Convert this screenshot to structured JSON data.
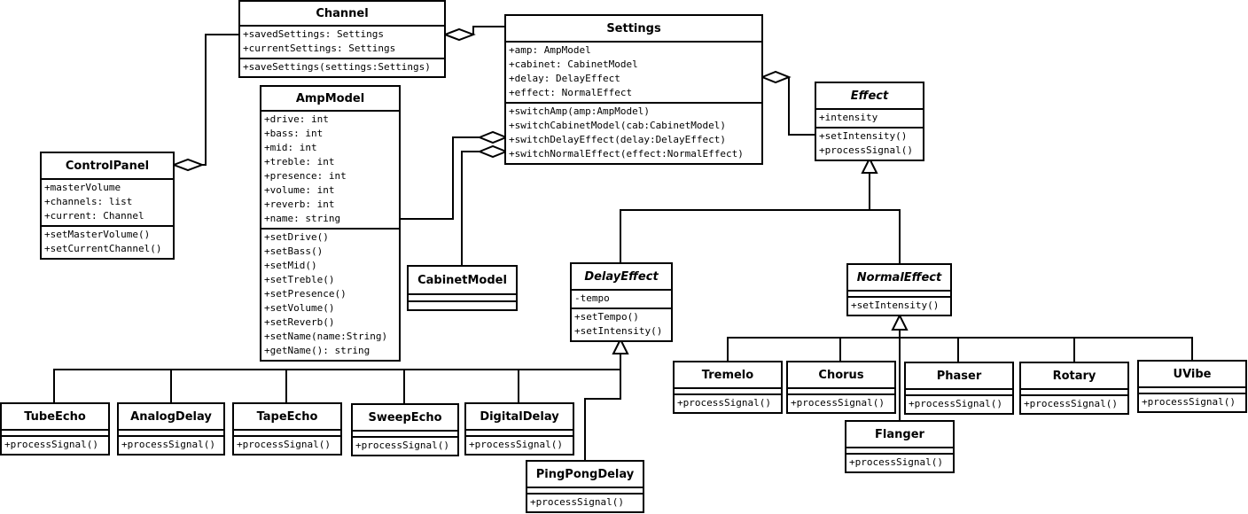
{
  "classes": {
    "channel": {
      "name": "Channel",
      "abstract": false,
      "attributes": [
        "+savedSettings: Settings",
        "+currentSettings: Settings"
      ],
      "operations": [
        "+saveSettings(settings:Settings)"
      ]
    },
    "settings": {
      "name": "Settings",
      "abstract": false,
      "attributes": [
        "+amp: AmpModel",
        "+cabinet: CabinetModel",
        "+delay: DelayEffect",
        "+effect: NormalEffect"
      ],
      "operations": [
        "+switchAmp(amp:AmpModel)",
        "+switchCabinetModel(cab:CabinetModel)",
        "+switchDelayEffect(delay:DelayEffect)",
        "+switchNormalEffect(effect:NormalEffect)"
      ]
    },
    "ampmodel": {
      "name": "AmpModel",
      "abstract": false,
      "attributes": [
        "+drive: int",
        "+bass: int",
        "+mid: int",
        "+treble: int",
        "+presence: int",
        "+volume: int",
        "+reverb: int",
        "+name: string"
      ],
      "operations": [
        "+setDrive()",
        "+setBass()",
        "+setMid()",
        "+setTreble()",
        "+setPresence()",
        "+setVolume()",
        "+setReverb()",
        "+setName(name:String)",
        "+getName(): string"
      ]
    },
    "controlpanel": {
      "name": "ControlPanel",
      "abstract": false,
      "attributes": [
        "+masterVolume",
        "+channels: list",
        "+current: Channel"
      ],
      "operations": [
        "+setMasterVolume()",
        "+setCurrentChannel()"
      ]
    },
    "effect": {
      "name": "Effect",
      "abstract": true,
      "attributes": [
        "+intensity"
      ],
      "operations": [
        "+setIntensity()",
        "+processSignal()"
      ]
    },
    "cabinetmodel": {
      "name": "CabinetModel",
      "abstract": false,
      "attributes": [],
      "operations": []
    },
    "delayeffect": {
      "name": "DelayEffect",
      "abstract": true,
      "attributes": [
        "-tempo"
      ],
      "operations": [
        "+setTempo()",
        "+setIntensity()"
      ]
    },
    "normaleffect": {
      "name": "NormalEffect",
      "abstract": true,
      "attributes": [],
      "operations": [
        "+setIntensity()"
      ]
    },
    "tubeecho": {
      "name": "TubeEcho",
      "abstract": false,
      "attributes": [],
      "operations": [
        "+processSignal()"
      ]
    },
    "analogdelay": {
      "name": "AnalogDelay",
      "abstract": false,
      "attributes": [],
      "operations": [
        "+processSignal()"
      ]
    },
    "tapeecho": {
      "name": "TapeEcho",
      "abstract": false,
      "attributes": [],
      "operations": [
        "+processSignal()"
      ]
    },
    "sweepecho": {
      "name": "SweepEcho",
      "abstract": false,
      "attributes": [],
      "operations": [
        "+processSignal()"
      ]
    },
    "digitaldelay": {
      "name": "DigitalDelay",
      "abstract": false,
      "attributes": [],
      "operations": [
        "+processSignal()"
      ]
    },
    "pingpongdelay": {
      "name": "PingPongDelay",
      "abstract": false,
      "attributes": [],
      "operations": [
        "+processSignal()"
      ]
    },
    "tremelo": {
      "name": "Tremelo",
      "abstract": false,
      "attributes": [],
      "operations": [
        "+processSignal()"
      ]
    },
    "chorus": {
      "name": "Chorus",
      "abstract": false,
      "attributes": [],
      "operations": [
        "+processSignal()"
      ]
    },
    "phaser": {
      "name": "Phaser",
      "abstract": false,
      "attributes": [],
      "operations": [
        "+processSignal()"
      ]
    },
    "rotary": {
      "name": "Rotary",
      "abstract": false,
      "attributes": [],
      "operations": [
        "+processSignal()"
      ]
    },
    "uvibe": {
      "name": "UVibe",
      "abstract": false,
      "attributes": [],
      "operations": [
        "+processSignal()"
      ]
    },
    "flanger": {
      "name": "Flanger",
      "abstract": false,
      "attributes": [],
      "operations": [
        "+processSignal()"
      ]
    }
  },
  "relations": [
    {
      "type": "aggregation",
      "whole": "channel",
      "part": "settings"
    },
    {
      "type": "aggregation",
      "whole": "controlpanel",
      "part": "channel"
    },
    {
      "type": "aggregation",
      "whole": "settings",
      "part": "effect"
    },
    {
      "type": "aggregation",
      "whole": "settings",
      "part": "ampmodel"
    },
    {
      "type": "aggregation",
      "whole": "settings",
      "part": "cabinetmodel"
    },
    {
      "type": "generalization",
      "child": "delayeffect",
      "parent": "effect"
    },
    {
      "type": "generalization",
      "child": "normaleffect",
      "parent": "effect"
    },
    {
      "type": "generalization",
      "child": "tubeecho",
      "parent": "delayeffect"
    },
    {
      "type": "generalization",
      "child": "analogdelay",
      "parent": "delayeffect"
    },
    {
      "type": "generalization",
      "child": "tapeecho",
      "parent": "delayeffect"
    },
    {
      "type": "generalization",
      "child": "sweepecho",
      "parent": "delayeffect"
    },
    {
      "type": "generalization",
      "child": "digitaldelay",
      "parent": "delayeffect"
    },
    {
      "type": "generalization",
      "child": "pingpongdelay",
      "parent": "delayeffect"
    },
    {
      "type": "generalization",
      "child": "tremelo",
      "parent": "normaleffect"
    },
    {
      "type": "generalization",
      "child": "chorus",
      "parent": "normaleffect"
    },
    {
      "type": "generalization",
      "child": "phaser",
      "parent": "normaleffect"
    },
    {
      "type": "generalization",
      "child": "rotary",
      "parent": "normaleffect"
    },
    {
      "type": "generalization",
      "child": "uvibe",
      "parent": "normaleffect"
    },
    {
      "type": "generalization",
      "child": "flanger",
      "parent": "normaleffect"
    }
  ]
}
